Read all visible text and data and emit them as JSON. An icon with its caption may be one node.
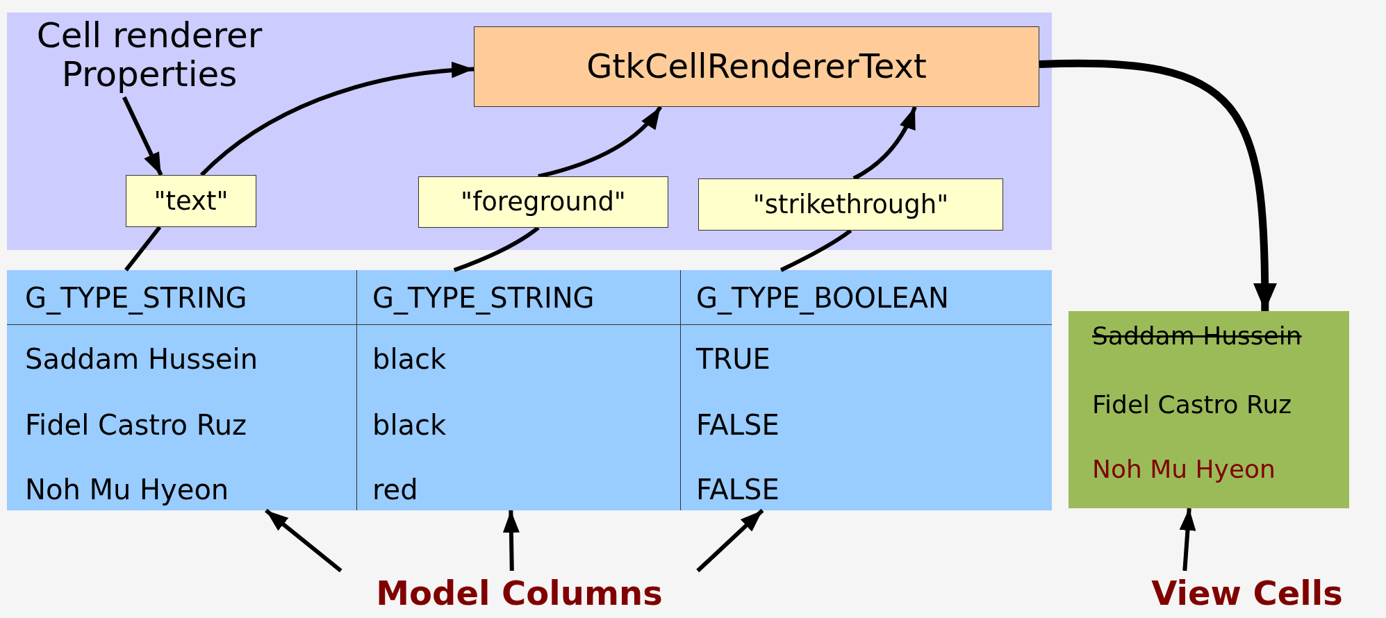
{
  "diagram": {
    "nodes": [
      {
        "text": [],
        "shape": "box"
      },
      {
        "text": [
          "Cell renderer Properties"
        ],
        "in": 0
      },
      {
        "text": [
          "GtkCellRendererText"
        ],
        "in": 0
      },
      {
        "text": [
          "\"text\""
        ],
        "in": 0
      },
      {
        "text": [
          "\"foreground\""
        ],
        "in": 0
      },
      {
        "text": [
          "\"strikethrough\""
        ],
        "in": 0
      },
      {
        "text": [],
        "shape": "box"
      },
      {
        "text": [
          "G_TYPE_STRING",
          "Saddam Hussein",
          "Fidel Castro Ruz",
          "Noh Mu Hyeon"
        ],
        "in": 6
      },
      {
        "text": [
          "G_TYPE_STRING",
          "black",
          "black",
          "red"
        ],
        "in": 6
      },
      {
        "text": [
          "G_TYPE_BOOLEAN",
          "TRUE",
          "FALSE",
          "FALSE"
        ],
        "in": 6
      },
      {
        "text": [
          "Saddam Hussein",
          "Fidel Castro Ruz",
          "Noh Mu Hyeon"
        ]
      },
      {
        "text": [
          "Model Columns"
        ]
      },
      {
        "text": [
          "View Cells"
        ]
      }
    ],
    "edges": [
      {
        "from": 1,
        "to": 3,
        "arrow": "to"
      },
      {
        "from": 7,
        "to": 3,
        "arrow": "none"
      },
      {
        "from": 3,
        "to": 2,
        "arrow": "to"
      },
      {
        "from": 8,
        "to": 4,
        "arrow": "none"
      },
      {
        "from": 4,
        "to": 2,
        "arrow": "to"
      },
      {
        "from": 9,
        "to": 5,
        "arrow": "none"
      },
      {
        "from": 5,
        "to": 2,
        "arrow": "to"
      },
      {
        "from": 2,
        "to": 10,
        "arrow": "to",
        "style": "thick"
      },
      {
        "from": 11,
        "to": 7,
        "arrow": "to"
      },
      {
        "from": 11,
        "to": 8,
        "arrow": "to"
      },
      {
        "from": 11,
        "to": 9,
        "arrow": "to"
      },
      {
        "from": 12,
        "to": 10,
        "arrow": "to"
      }
    ]
  }
}
